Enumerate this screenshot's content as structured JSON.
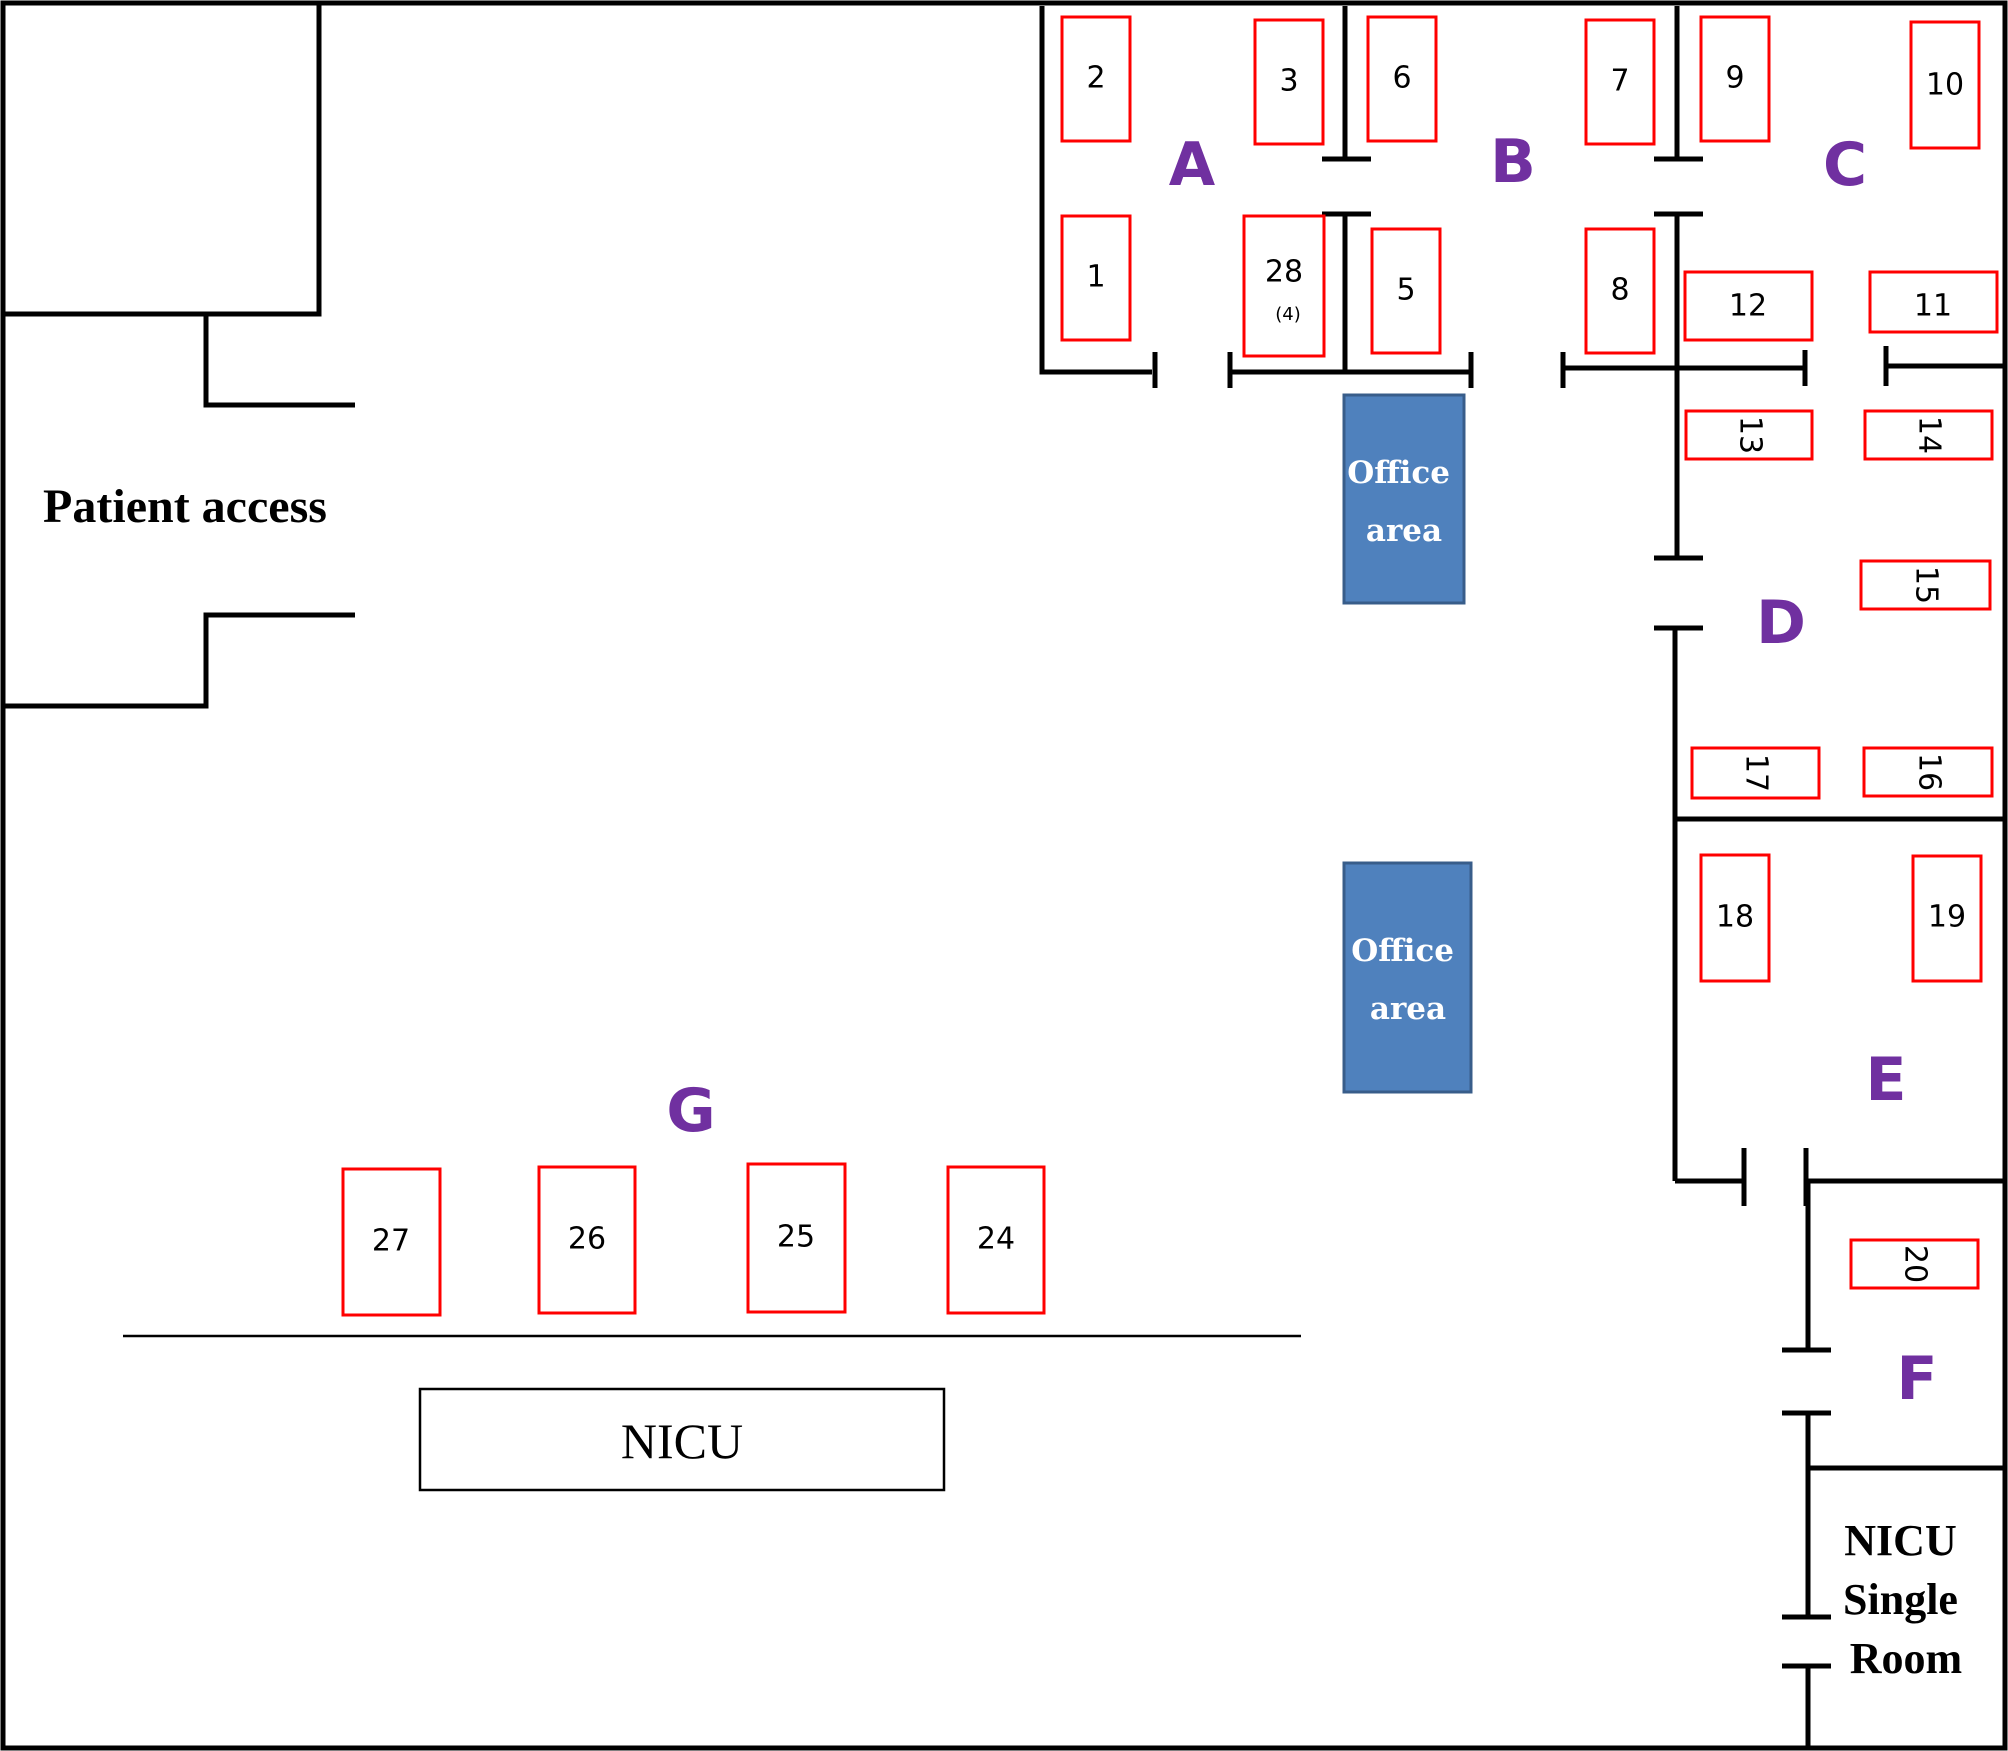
{
  "colors": {
    "wall": "#000000",
    "bed_outline": "#ff0000",
    "office_fill": "#4f81bd",
    "zone_label": "#7030a0"
  },
  "labels": {
    "patient_access": "Patient access",
    "nicu": "NICU",
    "nicu_single_room": [
      "NICU",
      "Single",
      "Room"
    ]
  },
  "offices": [
    {
      "id": "office-1",
      "lines": [
        "Office",
        "area"
      ]
    },
    {
      "id": "office-2",
      "lines": [
        "Office",
        "area"
      ]
    }
  ],
  "zones": [
    "A",
    "B",
    "C",
    "D",
    "E",
    "F",
    "G"
  ],
  "beds": [
    {
      "id": "1",
      "label": "1"
    },
    {
      "id": "2",
      "label": "2"
    },
    {
      "id": "3",
      "label": "3"
    },
    {
      "id": "5",
      "label": "5"
    },
    {
      "id": "6",
      "label": "6"
    },
    {
      "id": "7",
      "label": "7"
    },
    {
      "id": "8",
      "label": "8"
    },
    {
      "id": "9",
      "label": "9"
    },
    {
      "id": "10",
      "label": "10"
    },
    {
      "id": "11",
      "label": "11"
    },
    {
      "id": "12",
      "label": "12"
    },
    {
      "id": "13",
      "label": "13"
    },
    {
      "id": "14",
      "label": "14"
    },
    {
      "id": "15",
      "label": "15"
    },
    {
      "id": "16",
      "label": "16"
    },
    {
      "id": "17",
      "label": "17"
    },
    {
      "id": "18",
      "label": "18"
    },
    {
      "id": "19",
      "label": "19"
    },
    {
      "id": "20",
      "label": "20"
    },
    {
      "id": "24",
      "label": "24"
    },
    {
      "id": "25",
      "label": "25"
    },
    {
      "id": "26",
      "label": "26"
    },
    {
      "id": "27",
      "label": "27"
    },
    {
      "id": "28",
      "label": "28",
      "sublabel": "(4)"
    }
  ]
}
